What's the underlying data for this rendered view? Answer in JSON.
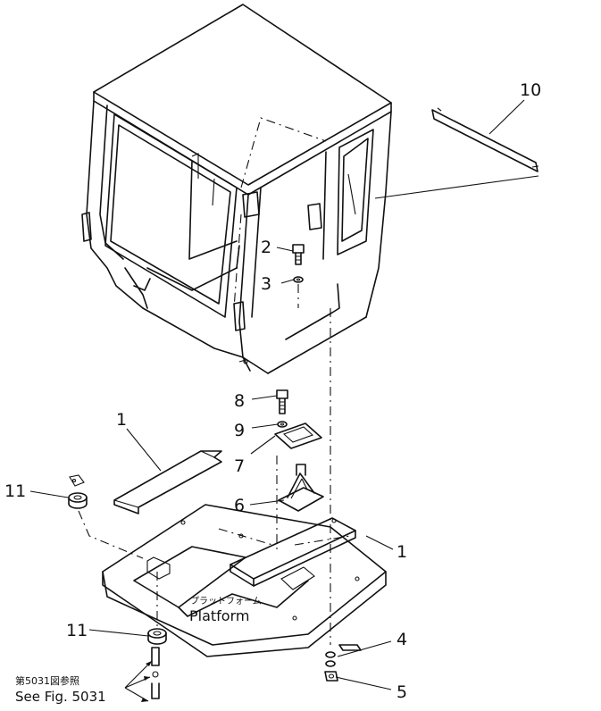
{
  "callouts": [
    "1",
    "1",
    "2",
    "3",
    "4",
    "5",
    "6",
    "7",
    "8",
    "9",
    "10",
    "11",
    "11"
  ],
  "platform": {
    "label_ja": "プラットフォーム",
    "label_en": "Platform"
  },
  "reference": {
    "line_ja": "第5031図参照",
    "line_en": "See Fig. 5031"
  }
}
